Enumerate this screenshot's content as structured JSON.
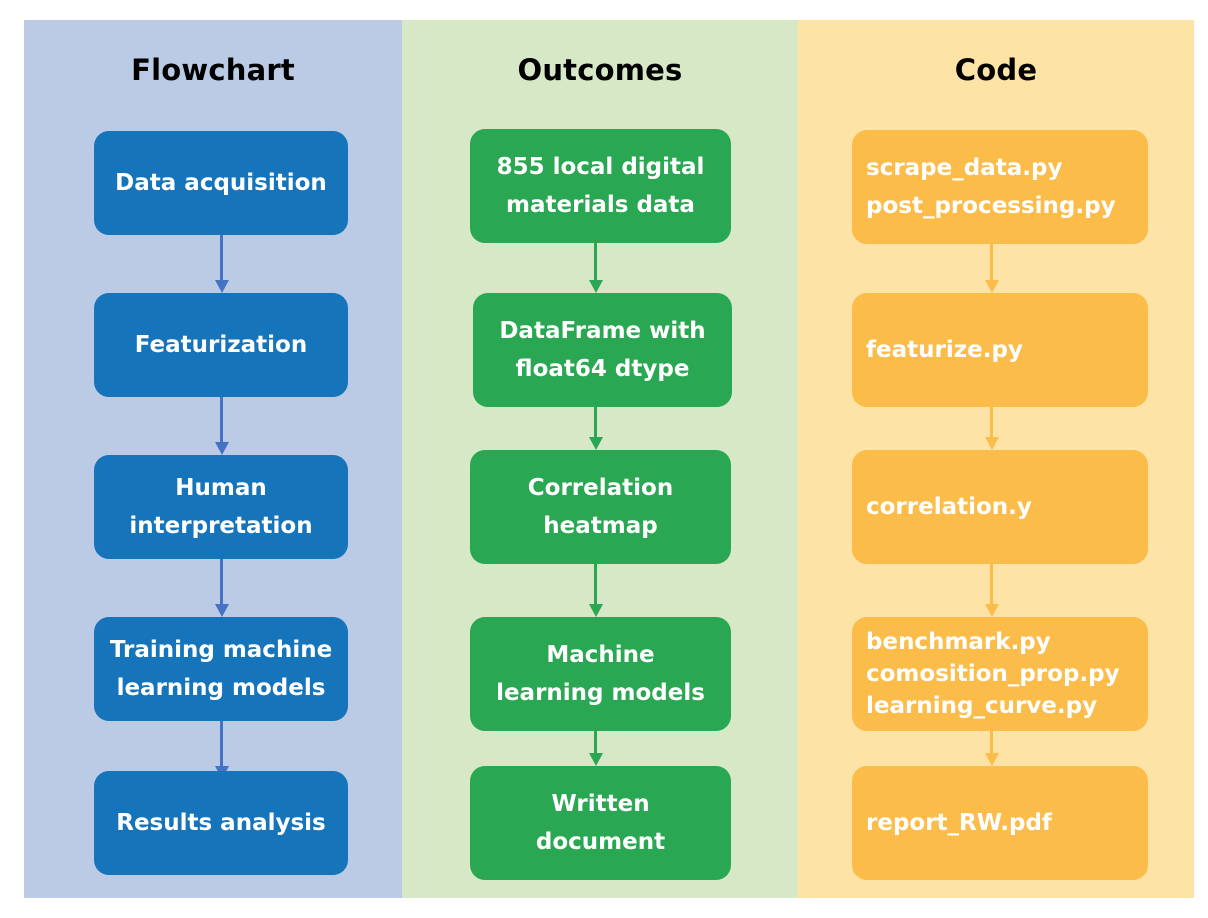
{
  "columns": {
    "flowchart": {
      "title": "Flowchart",
      "steps": [
        {
          "lines": [
            "Data acquisition"
          ]
        },
        {
          "lines": [
            "Featurization"
          ]
        },
        {
          "lines": [
            "Human",
            "interpretation"
          ]
        },
        {
          "lines": [
            "Training machine",
            "learning models"
          ]
        },
        {
          "lines": [
            "Results analysis"
          ]
        }
      ]
    },
    "outcomes": {
      "title": "Outcomes",
      "steps": [
        {
          "lines": [
            "855 local digital",
            "materials data"
          ]
        },
        {
          "lines": [
            "DataFrame with",
            "float64 dtype"
          ]
        },
        {
          "lines": [
            "Correlation",
            "heatmap"
          ]
        },
        {
          "lines": [
            "Machine",
            "learning models"
          ]
        },
        {
          "lines": [
            "Written",
            "document"
          ]
        }
      ]
    },
    "code": {
      "title": "Code",
      "steps": [
        {
          "lines": [
            "scrape_data.py",
            "post_processing.py"
          ]
        },
        {
          "lines": [
            "featurize.py"
          ]
        },
        {
          "lines": [
            "correlation.y"
          ]
        },
        {
          "lines": [
            "benchmark.py",
            "comosition_prop.py",
            "learning_curve.py"
          ]
        },
        {
          "lines": [
            "report_RW.pdf"
          ]
        }
      ]
    }
  },
  "colors": {
    "flowchart_bg": "#bccbe5",
    "flowchart_box": "#1674bb",
    "flowchart_arrow": "#4472c4",
    "outcomes_bg": "#d6e8c6",
    "outcomes_box": "#29a752",
    "code_bg": "#fde3a5",
    "code_box": "#fbbc4a"
  }
}
